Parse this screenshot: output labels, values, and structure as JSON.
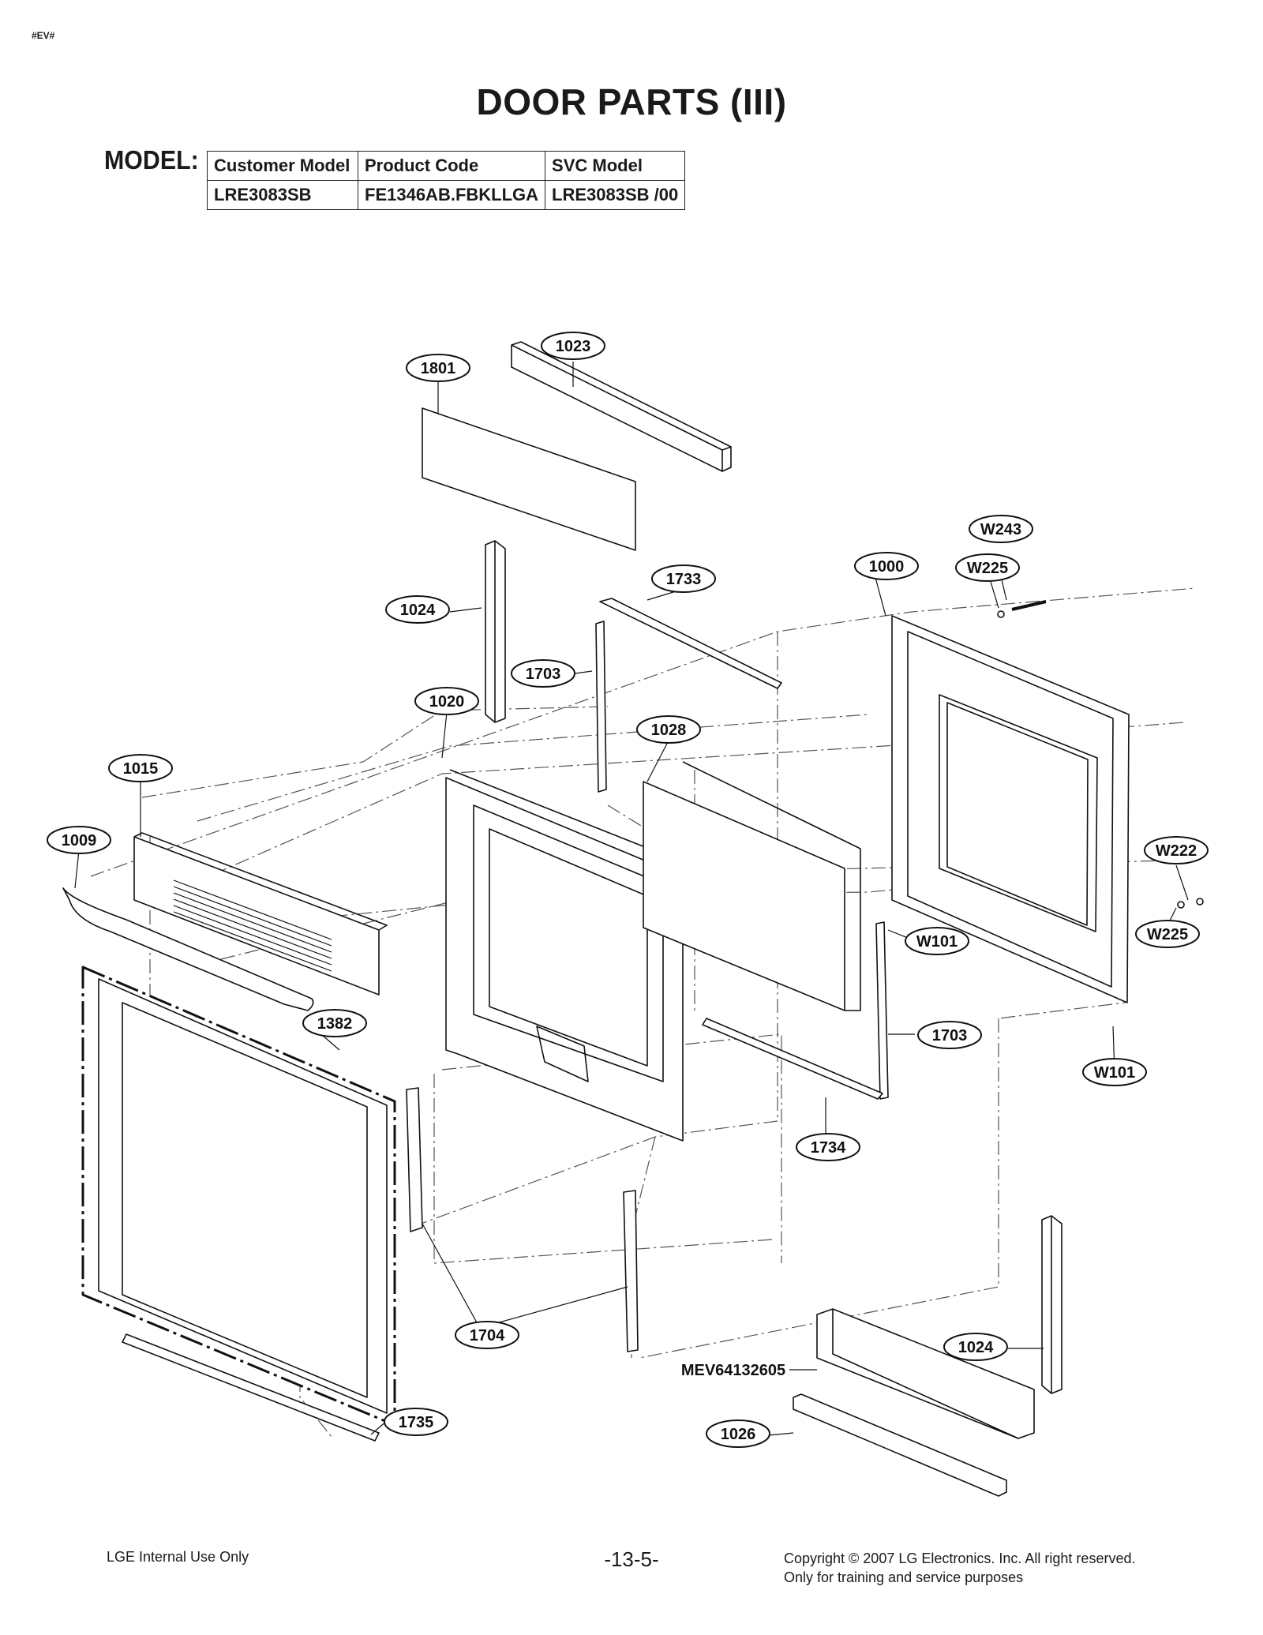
{
  "header_tag": "#EV#",
  "title": "DOOR PARTS (III)",
  "model_label": "MODEL:",
  "model_table": {
    "headers": [
      "Customer Model",
      "Product Code",
      "SVC Model"
    ],
    "row": [
      "LRE3083SB",
      "FE1346AB.FBKLLGA",
      "LRE3083SB /00"
    ]
  },
  "callouts": {
    "c1023": "1023",
    "c1801": "1801",
    "c1024_top": "1024",
    "c1733": "1733",
    "c1703_top": "1703",
    "c1000": "1000",
    "cW243": "W243",
    "cW225_top": "W225",
    "c1020": "1020",
    "c1028": "1028",
    "c1015": "1015",
    "c1009": "1009",
    "cW222": "W222",
    "cW101_mid": "W101",
    "cW225_right": "W225",
    "c1382": "1382",
    "c1703_bottom": "1703",
    "cW101_right": "W101",
    "c1734": "1734",
    "c1704": "1704",
    "c1024_bottom": "1024",
    "c1735": "1735",
    "c1026": "1026"
  },
  "part_number_label": "MEV64132605",
  "footer": {
    "left": "LGE Internal Use Only",
    "page": "-13-5-",
    "copyright_line1": "Copyright © 2007 LG Electronics. Inc. All right reserved.",
    "copyright_line2": "Only for training and service purposes"
  }
}
